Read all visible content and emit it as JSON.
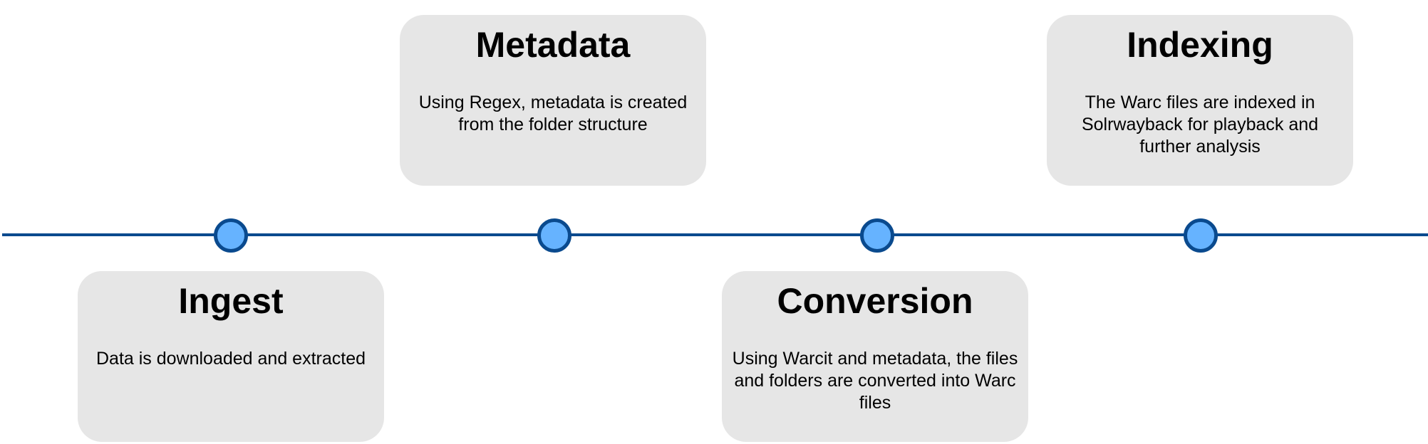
{
  "colors": {
    "line": "#0a4a8e",
    "node_fill": "#66b3ff",
    "node_border": "#0a4a8e",
    "card_background": "#e6e6e6"
  },
  "steps": [
    {
      "title": "Ingest",
      "description": "Data is downloaded and extracted"
    },
    {
      "title": "Metadata",
      "description": "Using Regex, metadata is created from the folder structure"
    },
    {
      "title": "Conversion",
      "description": "Using Warcit and metadata, the files and folders are converted into Warc files"
    },
    {
      "title": "Indexing",
      "description": "The Warc files are indexed in Solrwayback for playback and further analysis"
    }
  ]
}
